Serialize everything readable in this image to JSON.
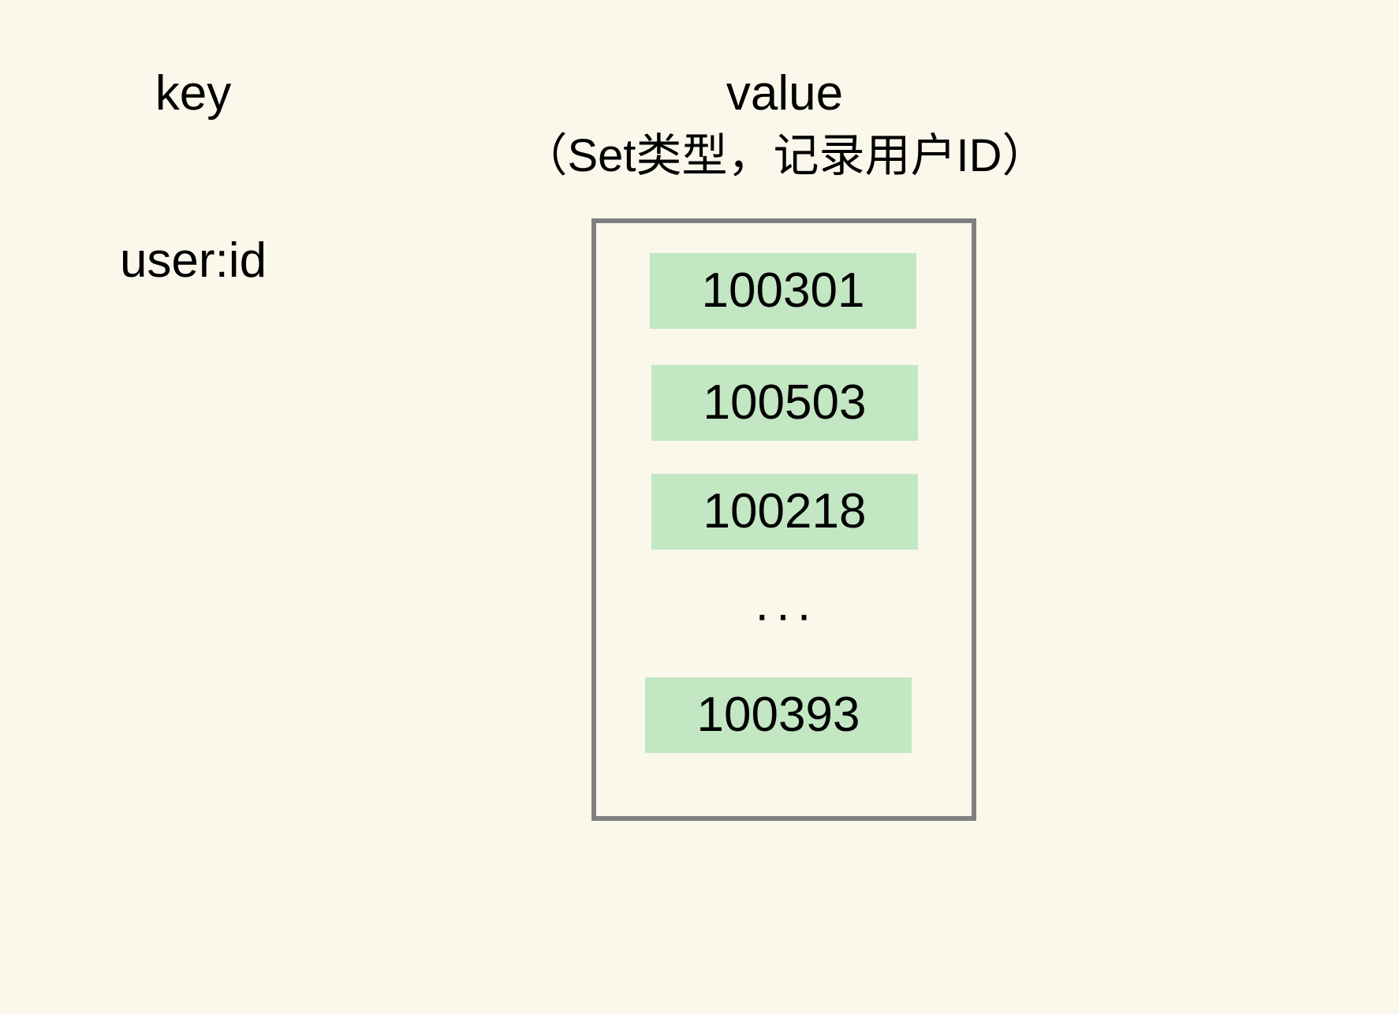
{
  "diagram": {
    "background_color": "#faf7eb",
    "headings": {
      "key": "key",
      "value": "value",
      "value_subtitle": "（Set类型，记录用户ID）"
    },
    "row": {
      "key_label": "user:id"
    },
    "set_container": {
      "border_color": "#808080",
      "chip_color": "#c3e6c3",
      "ellipsis": "···",
      "items": [
        {
          "id": "100301"
        },
        {
          "id": "100503"
        },
        {
          "id": "100218"
        },
        {
          "id": "100393"
        }
      ]
    }
  }
}
